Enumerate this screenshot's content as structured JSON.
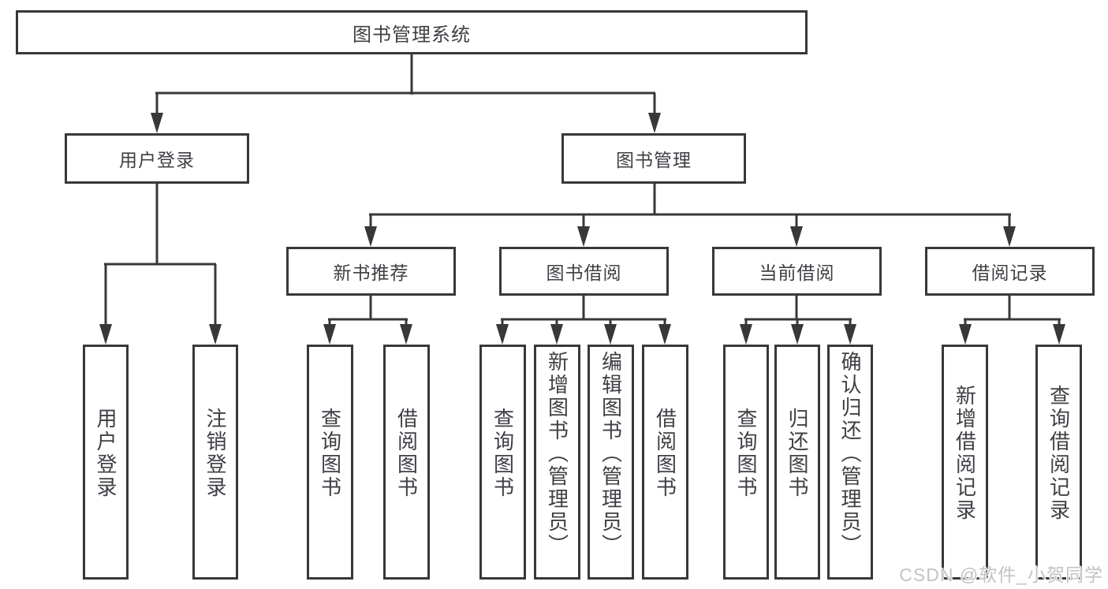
{
  "tree": {
    "label": "图书管理系统",
    "children": [
      {
        "label": "用户登录",
        "children": [
          {
            "label": "用户登录"
          },
          {
            "label": "注销登录"
          }
        ]
      },
      {
        "label": "图书管理",
        "children": [
          {
            "label": "新书推荐",
            "children": [
              {
                "label": "查询图书"
              },
              {
                "label": "借阅图书"
              }
            ]
          },
          {
            "label": "图书借阅",
            "children": [
              {
                "label": "查询图书"
              },
              {
                "label": "新增图书（管理员）"
              },
              {
                "label": "编辑图书（管理员）"
              },
              {
                "label": "借阅图书"
              }
            ]
          },
          {
            "label": "当前借阅",
            "children": [
              {
                "label": "查询图书"
              },
              {
                "label": "归还图书"
              },
              {
                "label": "确认归还（管理员）"
              }
            ]
          },
          {
            "label": "借阅记录",
            "children": [
              {
                "label": "新增借阅记录"
              },
              {
                "label": "查询借阅记录"
              }
            ]
          }
        ]
      }
    ]
  },
  "watermark": "CSDN @软件_小贺同学",
  "colors": {
    "line": "#383838",
    "text": "#3F4045",
    "watermark": "#C3C3C3"
  }
}
